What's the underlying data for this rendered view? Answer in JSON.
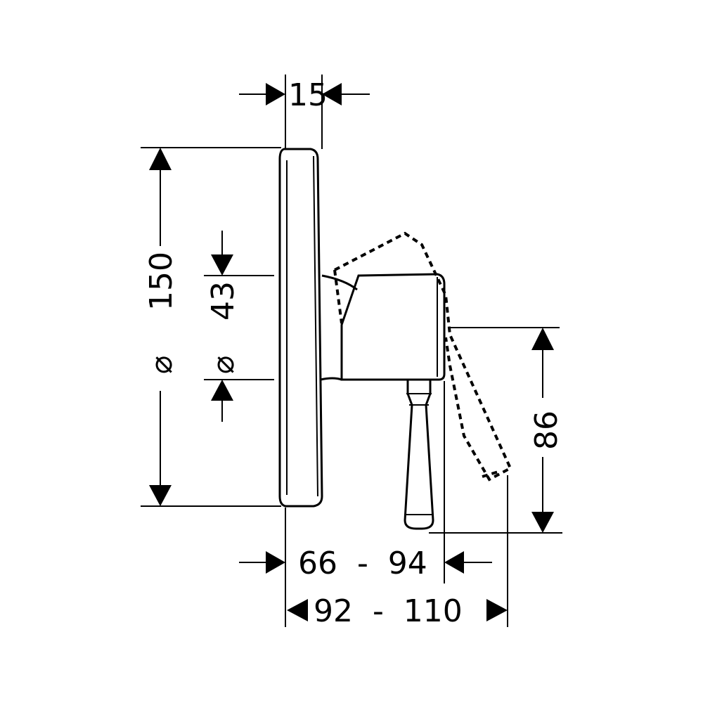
{
  "dimensions": {
    "plate_thickness": "15",
    "plate_diameter": "150",
    "body_diameter": "43",
    "lever_height": "86",
    "projection_min_max": "66  -  94",
    "projection_lever_min_max": "92  -  110",
    "diameter_symbol": "⌀"
  }
}
